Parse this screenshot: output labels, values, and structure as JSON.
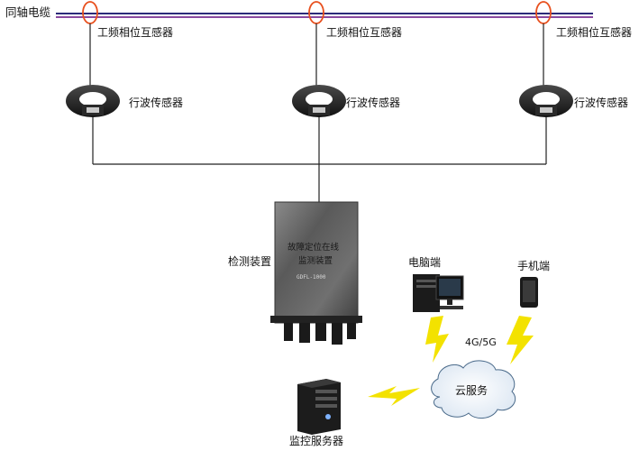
{
  "cable": {
    "label": "同轴电缆",
    "line_colors": [
      "#2b2b7a",
      "#8a4aa0"
    ]
  },
  "ct_sensors": [
    {
      "label": "工频相位互感器"
    },
    {
      "label": "工频相位互感器"
    },
    {
      "label": "工频相位互感器"
    }
  ],
  "traveling_wave_sensors": [
    {
      "label": "行波传感器"
    },
    {
      "label": "行波传感器"
    },
    {
      "label": "行波传感器"
    }
  ],
  "detector": {
    "label": "检测装置",
    "panel_line1": "故障定位在线",
    "panel_line2": "监测装置",
    "model": "GDFL-1000"
  },
  "pc": {
    "label": "电脑端"
  },
  "phone": {
    "label": "手机端"
  },
  "network": {
    "label": "4G/5G"
  },
  "cloud": {
    "label": "云服务"
  },
  "server": {
    "label": "监控服务器"
  },
  "colors": {
    "ring": "#e8501e",
    "bolt": "#f3e200",
    "wire": "#222222"
  }
}
